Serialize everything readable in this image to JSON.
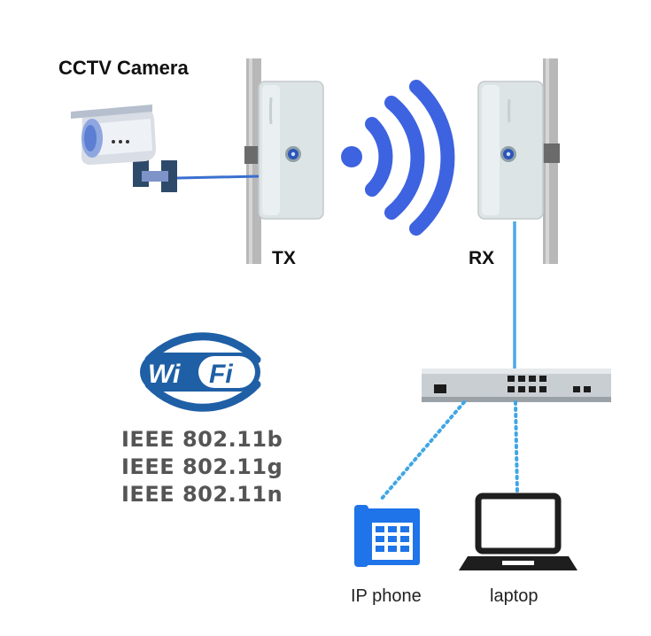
{
  "labels": {
    "camera": "CCTV Camera",
    "tx": "TX",
    "rx": "RX",
    "phone": "IP phone",
    "laptop": "laptop"
  },
  "wifi_logo": {
    "left": "Wi",
    "right": "Fi",
    "color": "#1f5fa6"
  },
  "standards": [
    "IEEE 802.11b",
    "IEEE 802.11g",
    "IEEE 802.11n"
  ],
  "colors": {
    "signal": "#3d63e0",
    "cable": "#4aa8e8",
    "phone": "#1e74e8",
    "antenna": "#d9e0e2",
    "pole": "#b7b7b7"
  }
}
